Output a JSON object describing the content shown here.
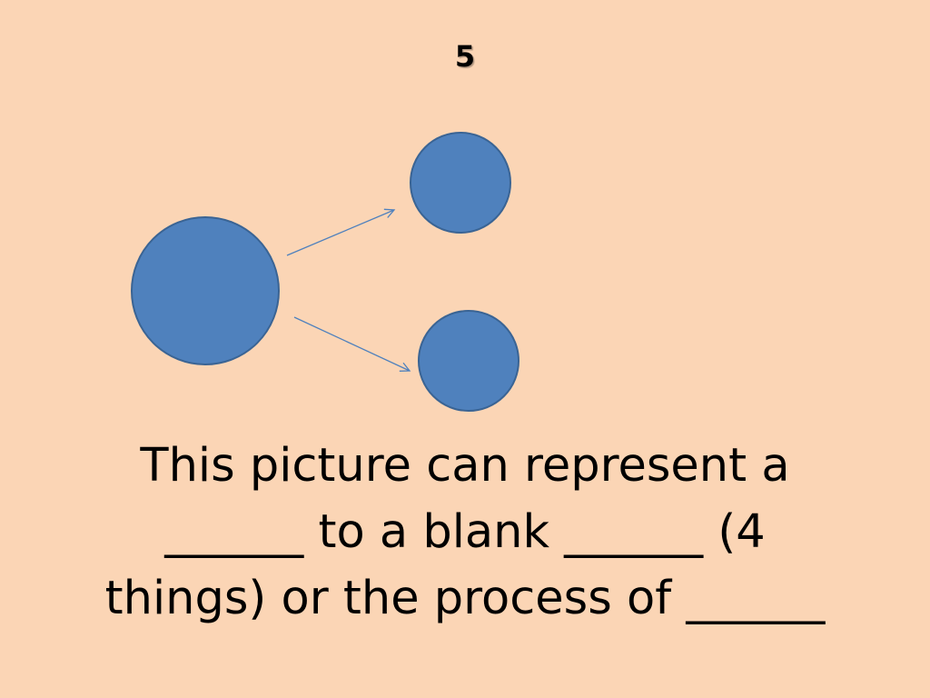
{
  "slide": {
    "number": "5",
    "caption_lines": [
      "This picture can represent a",
      "______ to a blank ______ (4",
      "things) or the process of ______"
    ]
  },
  "colors": {
    "background": "#FBD5B5",
    "circle_fill": "#4F81BD",
    "circle_stroke": "#3A6494",
    "arrow": "#4F81BD",
    "text": "#000000"
  }
}
